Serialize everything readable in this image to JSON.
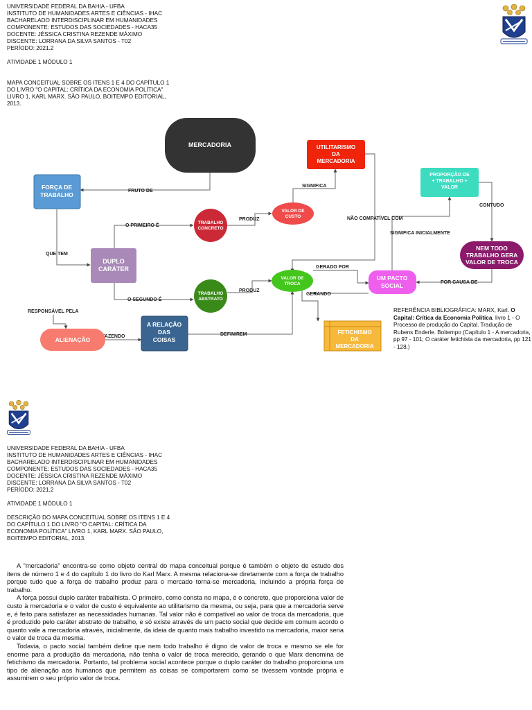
{
  "page1": {
    "header_lines": [
      "UNIVERSIDADE FEDERAL DA BAHIA - UFBA",
      "INSTITUTO DE HUMANIDADES ARTES E CIÊNCIAS - IHAC",
      "BACHARELADO INTERDISCIPLINAR EM HUMANIDADES",
      "COMPONENTE: ESTUDOS DAS SOCIEDADES - HACA35",
      "DOCENTE: JÉSSICA CRISTINA REZENDE MÁXIMO",
      "DISCENTE: LORRANA DA SILVA SANTOS - T02",
      "PERÍODO: 2021.2"
    ],
    "activity": "ATIVIDADE 1 MÓDULO 1",
    "title_lines": [
      "MAPA CONCEITUAL SOBRE OS ITENS 1 E 4 DO CAPÍTULO 1",
      "DO LIVRO \"O CAPITAL: CRÍTICA DA ECONOMIA POLÍTICA\"",
      "LIVRO 1, KARL MARX. SÃO PAULO, BOITEMPO EDITORIAL,",
      "2013."
    ]
  },
  "diagram": {
    "nodes": {
      "mercadoria": "MERCADORIA",
      "forca": [
        "FORÇA DE",
        "TRABALHO"
      ],
      "utilitarismo": [
        "UTILITARISMO",
        "DA",
        "MERCADORIA"
      ],
      "proporcao": [
        "PROPORÇÃO DE",
        "+ TRABALHO +",
        "VALOR"
      ],
      "trabalho_concreto": [
        "TRABALHO",
        "CONCRETO"
      ],
      "valor_custo": [
        "VALOR DE",
        "CUSTO"
      ],
      "duplo": [
        "DUPLO",
        "CARÁTER"
      ],
      "nem_todo": [
        "NEM TODO",
        "TRABALHO GERA",
        "VALOR DE TROCA"
      ],
      "valor_troca": [
        "VALOR DE",
        "TROCA"
      ],
      "pacto": [
        "UM PACTO",
        "SOCIAL"
      ],
      "trabalho_abstrato": [
        "TRABALHO",
        "ABSTRATO"
      ],
      "alienacao": "ALIENAÇÃO",
      "relacao": [
        "A RELAÇÃO",
        "DAS",
        "COISAS"
      ],
      "fetichismo": [
        "FETICHISMO",
        "DA",
        "MERCADORIA"
      ]
    },
    "edges": {
      "fruto_de": "FRUTO DE",
      "significa": "SIGNIFICA",
      "contudo": "CONTUDO",
      "o_primeiro": "O PRIMEIRO É",
      "produz1": "PRODUZ",
      "nao_compativel": "NÃO COMPATÍVEL COM",
      "significa_inicialmente": "SIGNIFICA INICIALMENTE",
      "que_tem": "QUE TEM",
      "gerado_por": "GERADO POR",
      "por_causa_de": "POR CAUSA DE",
      "gerando": "GERANDO",
      "o_segundo": "O SEGUNDO É",
      "produz2": "PRODUZ",
      "responsavel": "RESPONSÁVEL PELA",
      "fazendo": "FAZENDO",
      "definirem": "DEFINIREM"
    },
    "colors": {
      "mercadoria": "#333333",
      "forca": "#5b9bd5",
      "utilitarismo": "#f0240a",
      "proporcao": "#3ddcc0",
      "trabalho_concreto": "#cc2936",
      "valor_custo": "#f04b4b",
      "duplo": "#a989b8",
      "nem_todo": "#8b1a6b",
      "valor_troca": "#44c61c",
      "pacto": "#ee5fee",
      "trabalho_abstrato": "#3a8a1a",
      "alienacao": "#f77b6e",
      "relacao": "#3a6591",
      "fetichismo": "#f6b93b"
    }
  },
  "reference": {
    "prefix": "REFERÊNCIA BIBLIOGRÁFICA: MARX, Karl. ",
    "bold": "O Capital: Crítica da Economia Política",
    "rest": ", livro 1 - O Processo de produção do Capital. Tradução de Rubens Enderle. Boitempo (Capítulo 1 - A mercadoria, pp 97 - 101; O caráter fetichista da mercadoria, pp 121 - 128.)"
  },
  "page2": {
    "header_lines": [
      "UNIVERSIDADE FEDERAL DA BAHIA - UFBA",
      "INSTITUTO DE HUMANIDADES ARTES E CIÊNCIAS - IHAC",
      "BACHARELADO INTERDISCIPLINAR EM HUMANIDADES",
      "COMPONENTE: ESTUDOS DAS SOCIEDADES - HACA35",
      "DOCENTE: JÉSSICA CRISTINA REZENDE MÁXIMO",
      "DISCENTE: LORRANA DA SILVA SANTOS - T02",
      "PERÍODO: 2021.2"
    ],
    "activity": "ATIVIDADE 1 MÓDULO 1",
    "title_lines": [
      "DESCRIÇÃO DO MAPA CONCEITUAL SOBRE OS ITENS 1 E 4",
      "DO CAPÍTULO 1 DO LIVRO \"O CAPITAL: CRÍTICA DA",
      "ECONOMIA POLÍTICA\" LIVRO 1, KARL MARX. SÃO PAULO,",
      "BOITEMPO EDITORIAL, 2013."
    ],
    "paragraphs": [
      "A \"mercadoria\" encontra-se como objeto central do mapa conceitual porque é também o objeto de estudo dos itens de número 1 e 4 do capítulo 1 do livro do Karl Marx. A mesma relaciona-se diretamente com a força de trabalho porque tudo que a força de trabalho produz para o mercado torna-se mercadoria, incluindo a própria força de trabalho.",
      "A força possui duplo caráter trabalhista. O primeiro, como consta no mapa, é o concreto, que proporciona valor de custo à mercadoria e o valor de custo é equivalente ao utilitarismo da mesma, ou seja,  para que a mercadoria serve e, é feito para satisfazer as necessidades humanas. Tal valor não é compatível ao valor de troca da mercadoria, que é produzido pelo caráter abstrato de trabalho, e só existe através de um pacto social que decide em comum acordo o quanto vale a mercadoria através, inicialmente, da ideia de quanto mais trabalho investido na mercadoria, maior seria o valor de troca da mesma.",
      "Todavia, o pacto social também define que nem todo trabalho é digno de valor de troca e mesmo se ele for enorme para a produção da mercadoria, não tenha o valor de troca merecido, gerando o que Marx denomina de fetichismo da mercadoria. Portanto, tal problema social acontece porque o duplo caráter do trabalho proporciona um tipo de alienação aos humanos que permitem as coisas se comportarem como se tivessem vontade própria e assumirem o seu próprio valor de troca."
    ]
  }
}
